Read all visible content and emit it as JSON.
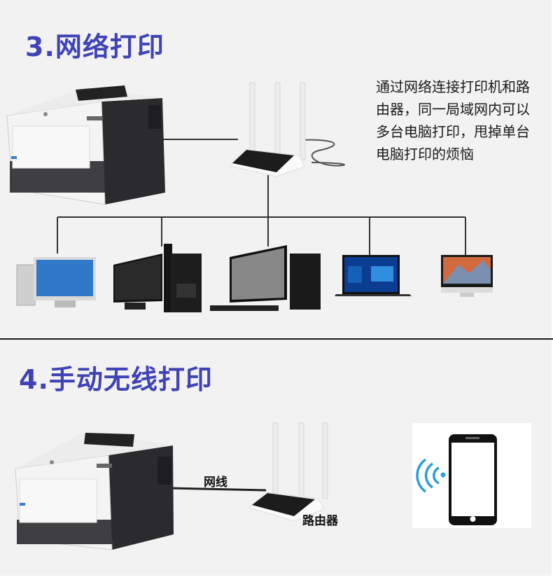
{
  "section3": {
    "title": "3.网络打印",
    "description": "通过网络连接打印机和路由器，同一局域网内可以多台电脑打印，甩掉单台电脑打印的烦恼",
    "devices": [
      "printer",
      "router",
      "mac-pro-desktop",
      "tower-desktop",
      "desktop-with-keyboard",
      "windows-laptop",
      "imac"
    ]
  },
  "section4": {
    "title": "4.手动无线打印",
    "cable_label": "网线",
    "router_label": "路由器",
    "devices": [
      "printer",
      "router",
      "smartphone-wifi"
    ]
  },
  "colors": {
    "title": "#3f43b5",
    "background": "#f2f2f2",
    "wifi": "#2a9fd8",
    "line": "#333333"
  }
}
